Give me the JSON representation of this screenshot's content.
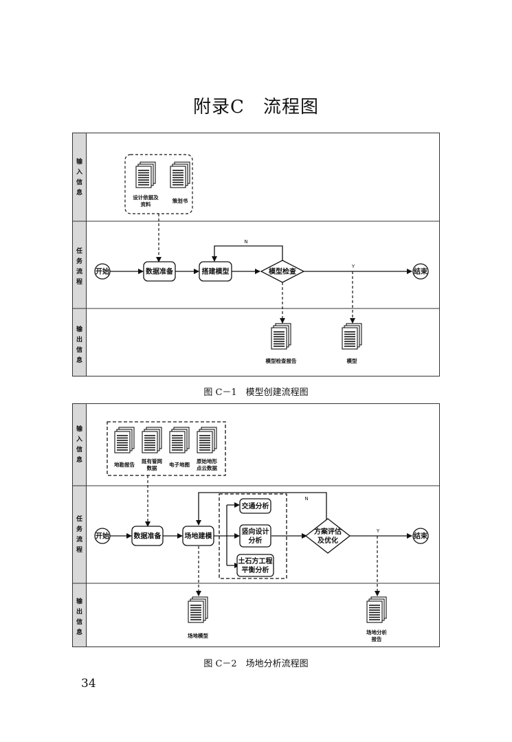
{
  "page": {
    "title": "附录C　流程图",
    "page_number": "34"
  },
  "figure1": {
    "caption": "图 C－1　模型创建流程图",
    "lanes": {
      "input": [
        "输",
        "入",
        "信",
        "息"
      ],
      "task": [
        "任",
        "务",
        "流",
        "程"
      ],
      "output": [
        "输",
        "出",
        "信",
        "息"
      ]
    },
    "inputs": {
      "doc1": [
        "设计依据及",
        "资料"
      ],
      "doc2": [
        "策划书"
      ]
    },
    "nodes": {
      "start": "开始",
      "prep": "数据准备",
      "build": "搭建模型",
      "check": "模型检查",
      "end": "结束"
    },
    "flags": {
      "no": "N",
      "yes": "Y"
    },
    "outputs": {
      "report": "模型检查报告",
      "model": "模型"
    }
  },
  "figure2": {
    "caption": "图 C－2　场地分析流程图",
    "lanes": {
      "input": [
        "输",
        "入",
        "信",
        "息"
      ],
      "task": [
        "任",
        "务",
        "流",
        "程"
      ],
      "output": [
        "输",
        "出",
        "信",
        "息"
      ]
    },
    "inputs": {
      "doc1": [
        "地勘报告"
      ],
      "doc2": [
        "既有管网",
        "数据"
      ],
      "doc3": [
        "电子地图"
      ],
      "doc4": [
        "原始地形",
        "点云数据"
      ]
    },
    "nodes": {
      "start": "开始",
      "prep": "数据准备",
      "build": "场地建模",
      "traffic": [
        "交通分析"
      ],
      "vertical": [
        "竖向设计",
        "分析"
      ],
      "earth": [
        "土石方工程",
        "平衡分析"
      ],
      "evaluate": [
        "方案评估",
        "及优化"
      ],
      "end": "结束"
    },
    "flags": {
      "no": "N",
      "yes": "Y"
    },
    "outputs": {
      "model": [
        "场地模型"
      ],
      "report": [
        "场地分析",
        "报告"
      ]
    }
  }
}
